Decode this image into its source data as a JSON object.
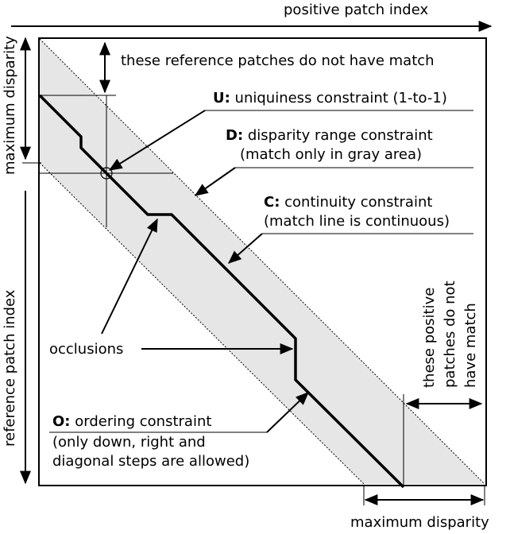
{
  "axes": {
    "top": "positive patch index",
    "left_top": "maximum disparity",
    "left": "reference patch index",
    "bottom": "maximum disparity"
  },
  "notes": {
    "ref_nomatch": "these reference patches do not have match",
    "pos_nomatch": [
      "these positive",
      "patches do not",
      "have match"
    ],
    "occlusions": "occlusions"
  },
  "constraints": {
    "U": {
      "key": "U:",
      "line1": " uniquiness constraint (1-to-1)"
    },
    "D": {
      "key": "D:",
      "line1": " disparity range constraint",
      "line2": "(match only in gray area)"
    },
    "C": {
      "key": "C:",
      "line1": " continuity constraint",
      "line2": "(match line is continuous)"
    },
    "O": {
      "key": "O:",
      "line1": " ordering constraint",
      "line2": "(only down, right and",
      "line3": "diagonal steps are allowed)"
    }
  },
  "colors": {
    "band": "#e6e6e6",
    "stroke": "#000000"
  }
}
